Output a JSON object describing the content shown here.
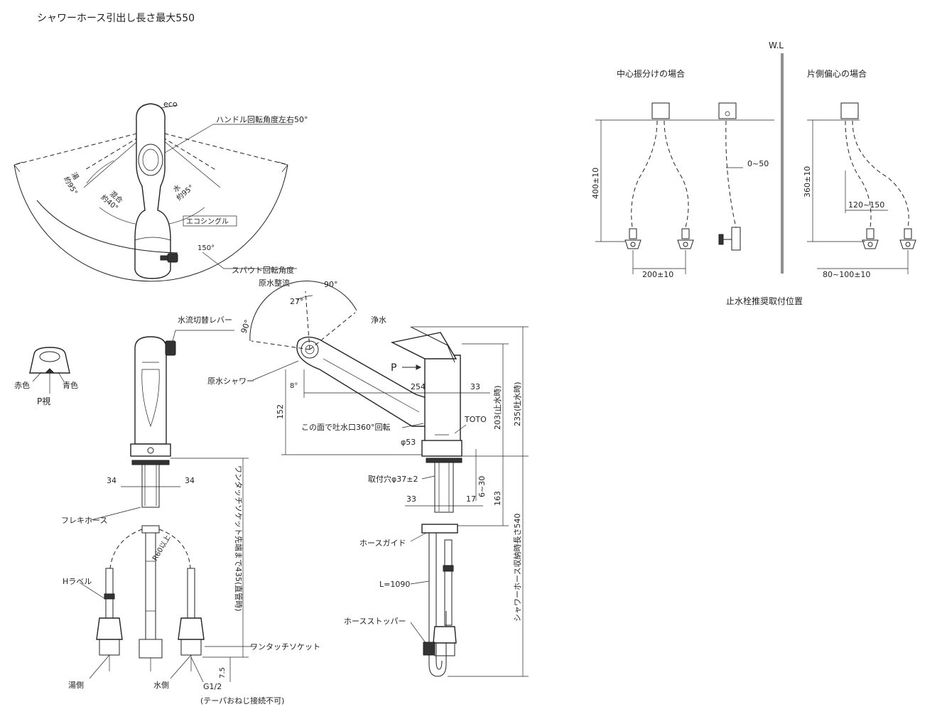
{
  "title": "シャワーホース引出し長さ最大550",
  "top_view": {
    "eco_label": "eco",
    "handle_rotation": "ハンドル回転角度左右50°",
    "hot_label": "湯",
    "hot_angle": "約95°",
    "mix_label": "混合",
    "mix_angle": "約40°",
    "cold_label": "水",
    "cold_angle": "約95°",
    "eco_single_box": "エコシングル",
    "spout_angle_value": "150°",
    "spout_rotation": "スパウト回転角度"
  },
  "p_view": {
    "red": "赤色",
    "blue": "青色",
    "caption": "P視"
  },
  "front_view": {
    "water_switch_lever": "水流切替レバー",
    "dim_left": "34",
    "dim_right": "34",
    "flex_hose": "フレキホース",
    "h_label": "Hラベル",
    "r60": "R60以上",
    "one_touch_socket": "ワンタッチソケット",
    "socket_distance": "ワンタッチソケット先端まで435(直管時)",
    "dim_7_5": "7.5",
    "hot_side": "湯側",
    "cold_side": "水側",
    "thread": "G1/2",
    "thread_note": "(テーパおねじ接続不可)"
  },
  "side_view": {
    "raw_stream": "原水整流",
    "angle_90_top": "90°",
    "angle_27": "27°",
    "purified": "浄水",
    "angle_90_left": "90°",
    "raw_shower": "原水シャワー",
    "p_arrow": "P",
    "angle_8": "8°",
    "dim_254": "254",
    "dim_33_top": "33",
    "brand": "TOTO",
    "dim_152": "152",
    "spout_rotate_note": "この面で吐水口360°回転",
    "dia_53": "φ53",
    "dim_203": "203(止水時)",
    "dim_235": "235(吐水時)",
    "mount_hole": "取付穴φ37±2",
    "dim_6_30": "6~30",
    "dim_33_bottom": "33",
    "dim_17": "17",
    "dim_163": "163",
    "hose_guide": "ホースガイド",
    "hose_length": "L=1090",
    "hose_stopper": "ホースストッパー",
    "hose_stored_length": "シャワーホース収納時長さ540"
  },
  "valve_layout": {
    "wl": "W.L",
    "center_split": "中心振分けの場合",
    "one_side_offset": "片側偏心の場合",
    "dim_400": "400±10",
    "dim_0_50": "0~50",
    "dim_200": "200±10",
    "dim_360": "360±10",
    "dim_120_150": "120~150",
    "dim_80_100": "80~100±10",
    "caption": "止水栓推奨取付位置"
  }
}
